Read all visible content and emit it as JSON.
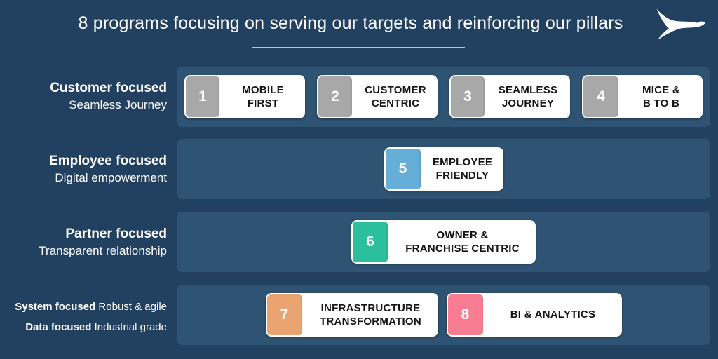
{
  "header": {
    "title": "8 programs focusing on serving our targets and reinforcing our pillars",
    "logo_icon": "flying-bird-logo"
  },
  "colors": {
    "background": "#22405F",
    "band": "#2E5373",
    "underline": "#B9C3CD",
    "card": "#FFFFFF",
    "card_text": "#141414",
    "tab_gray": "#A8A8A8",
    "tab_blue": "#64AED8",
    "tab_teal": "#2BBF9D",
    "tab_orange": "#E9A471",
    "tab_pink": "#F97D92"
  },
  "rows": [
    {
      "label_bold": "Customer focused",
      "label_sub": "Seamless Journey",
      "cards": [
        {
          "number": "1",
          "label": "MOBILE\nFIRST",
          "color": "#A8A8A8"
        },
        {
          "number": "2",
          "label": "CUSTOMER\nCENTRIC",
          "color": "#A8A8A8"
        },
        {
          "number": "3",
          "label": "SEAMLESS\nJOURNEY",
          "color": "#A8A8A8"
        },
        {
          "number": "4",
          "label": "MICE &\nB TO B",
          "color": "#A8A8A8"
        }
      ]
    },
    {
      "label_bold": "Employee focused",
      "label_sub": "Digital empowerment",
      "cards": [
        {
          "number": "5",
          "label": "EMPLOYEE\nFRIENDLY",
          "color": "#64AED8"
        }
      ]
    },
    {
      "label_bold": "Partner focused",
      "label_sub": "Transparent relationship",
      "cards": [
        {
          "number": "6",
          "label": "OWNER &\nFRANCHISE CENTRIC",
          "color": "#2BBF9D"
        }
      ]
    },
    {
      "label_lines": [
        {
          "bold": "System focused",
          "rest": " Robust & agile"
        },
        {
          "bold": "Data focused",
          "rest": " Industrial grade"
        }
      ],
      "cards": [
        {
          "number": "7",
          "label": "INFRASTRUCTURE\nTRANSFORMATION",
          "color": "#E9A471"
        },
        {
          "number": "8",
          "label": "BI & ANALYTICS",
          "color": "#F97D92"
        }
      ]
    }
  ]
}
